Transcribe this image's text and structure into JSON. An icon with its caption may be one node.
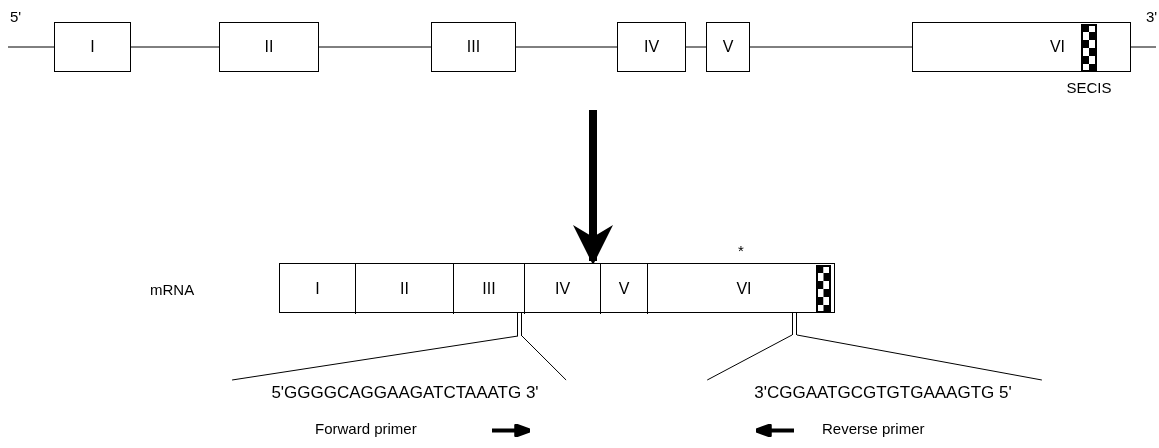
{
  "diagram": {
    "nodes": [
      {
        "text": [
          "I"
        ]
      },
      {
        "text": [
          "II"
        ]
      },
      {
        "text": [
          "III"
        ]
      },
      {
        "text": [
          "IV"
        ]
      },
      {
        "text": [
          "V"
        ]
      },
      {
        "text": [
          "VI"
        ]
      },
      {
        "text": [],
        "shape": "box",
        "in": 5,
        "beside": [
          "SECIS"
        ]
      },
      {
        "text": [],
        "shape": "bar"
      },
      {
        "text": [
          "I"
        ],
        "in": 7
      },
      {
        "text": [
          "II"
        ],
        "in": 7
      },
      {
        "text": [
          "III"
        ],
        "in": 7
      },
      {
        "text": [
          "IV"
        ],
        "in": 7
      },
      {
        "text": [
          "V"
        ],
        "in": 7
      },
      {
        "text": [
          "VI"
        ],
        "in": 7
      },
      {
        "text": [],
        "shape": "box",
        "in": 13
      },
      {
        "text": [],
        "shape": "bar"
      },
      {
        "text": [],
        "shape": "bar"
      },
      {
        "text": [
          "5'GGGGCAGGAAGATCTAAATG 3'"
        ]
      },
      {
        "text": [
          "3'CGGAATGCGTGTGAAAGTG 5'"
        ]
      }
    ],
    "edges": [
      {
        "from": null,
        "to": 0,
        "arrow": "none"
      },
      {
        "from": 0,
        "to": 1,
        "arrow": "none"
      },
      {
        "from": 1,
        "to": 2,
        "arrow": "none"
      },
      {
        "from": 2,
        "to": 3,
        "arrow": "none"
      },
      {
        "from": 3,
        "to": 4,
        "arrow": "none"
      },
      {
        "from": 4,
        "to": 5,
        "arrow": "none"
      },
      {
        "from": 5,
        "to": null,
        "arrow": "none"
      },
      {
        "from": null,
        "to": 7,
        "arrow": "to",
        "style": "thick"
      },
      {
        "from": 17,
        "to": 15,
        "arrow": "none"
      },
      {
        "from": 17,
        "to": 15,
        "arrow": "none"
      },
      {
        "from": 18,
        "to": 16,
        "arrow": "none"
      },
      {
        "from": 18,
        "to": 16,
        "arrow": "none"
      }
    ],
    "labels": [
      "5'",
      "3'",
      "*",
      "mRNA",
      "Forward primer",
      "Reverse primer"
    ]
  }
}
